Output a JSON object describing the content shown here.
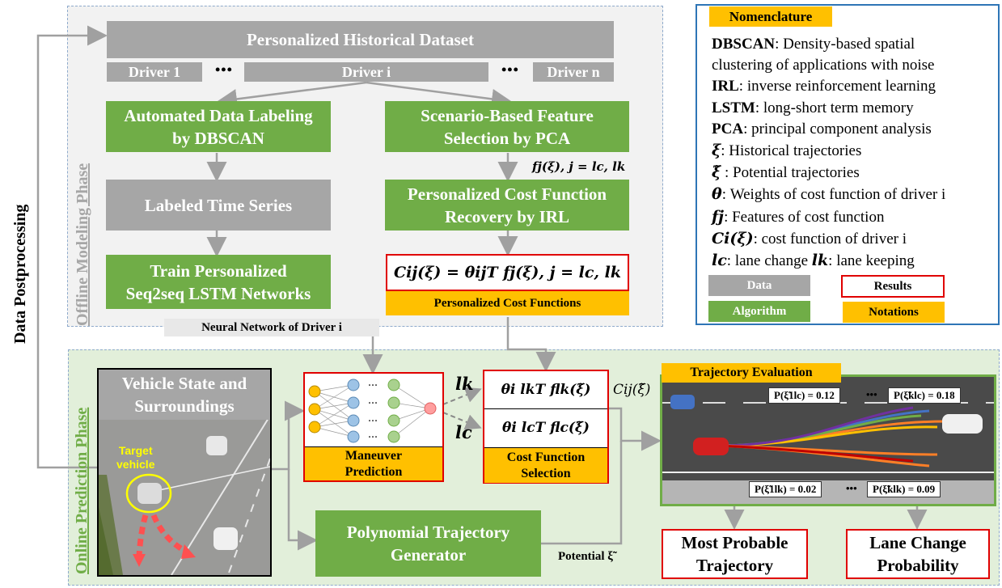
{
  "offline": {
    "phase_label": "Offline Modeling Phase",
    "dataset": "Personalized Historical Dataset",
    "driver1": "Driver 1",
    "driveri": "Driver i",
    "drivern": "Driver n",
    "dots": "•••",
    "labeling": [
      "Automated Data Labeling",
      "by DBSCAN"
    ],
    "feature_sel": [
      "Scenario-Based Feature",
      "Selection by PCA"
    ],
    "features_note": "fj(ξ), j = lc, lk",
    "labeled_ts": "Labeled Time Series",
    "irl": [
      "Personalized Cost Function",
      "Recovery by IRL"
    ],
    "lstm": [
      "Train Personalized",
      "Seq2seq LSTM Networks"
    ],
    "cost_eq": "Cij(ξ) = θijT fj(ξ), j = lc, lk",
    "cost_functions": "Personalized Cost Functions",
    "nn_label": "Neural Network of Driver i"
  },
  "side_label": "Data Postprocessing",
  "online": {
    "phase_label": "Online Prediction Phase",
    "vehicle_state": [
      "Vehicle State and",
      "Surroundings"
    ],
    "target_vehicle": [
      "Target",
      "vehicle"
    ],
    "maneuver": [
      "Maneuver",
      "Prediction"
    ],
    "lk": "lk",
    "lc": "lc",
    "theta_lk": "θi lkT flk(ξ̃)",
    "theta_lc": "θi lcT flc(ξ̃)",
    "cost_sel": [
      "Cost Function",
      "Selection"
    ],
    "cij": "Cij(ξ̃)",
    "poly": [
      "Polynomial Trajectory",
      "Generator"
    ],
    "potential": "Potential ξ̃",
    "traj_eval": "Trajectory Evaluation",
    "p1": "P(ξ̃1lc) = 0.12",
    "p2": "P(ξ̃klc) = 0.18",
    "p3": "P(ξ̃1lk) = 0.02",
    "p4": "P(ξ̃klk) = 0.09",
    "most_probable": [
      "Most Probable",
      "Trajectory"
    ],
    "lane_change": [
      "Lane Change",
      "Probability"
    ]
  },
  "nomenclature": {
    "title": "Nomenclature",
    "lines": [
      {
        "term": "DBSCAN",
        "desc": ": Density-based spatial"
      },
      {
        "term": "",
        "desc": "clustering of applications with noise"
      },
      {
        "term": "IRL",
        "desc": ": inverse reinforcement learning"
      },
      {
        "term": "LSTM",
        "desc": ": long-short term memory"
      },
      {
        "term": "PCA",
        "desc": ": principal component analysis"
      },
      {
        "term": "ξ",
        "desc": ": Historical trajectories"
      },
      {
        "term": "ξ̃",
        "desc": " : Potential trajectories"
      },
      {
        "term": "θ",
        "desc": ": Weights of cost function of driver i"
      },
      {
        "term": "fj",
        "desc": ": Features of cost function"
      },
      {
        "term": "Ci(ξ)",
        "desc": ": cost function of driver i"
      },
      {
        "term": "lc",
        "desc": ": lane change "
      }
    ],
    "lk_term": "lk",
    "lk_desc": ": lane keeping",
    "legend": {
      "data": "Data",
      "results": "Results",
      "algorithm": "Algorithm",
      "notations": "Notations"
    }
  },
  "colors": {
    "gray": "#a6a6a6",
    "green": "#70ad47",
    "yellow": "#ffc000",
    "red": "#e00000",
    "offline_bg": "#f2f2f2",
    "online_bg": "#e2efda"
  }
}
